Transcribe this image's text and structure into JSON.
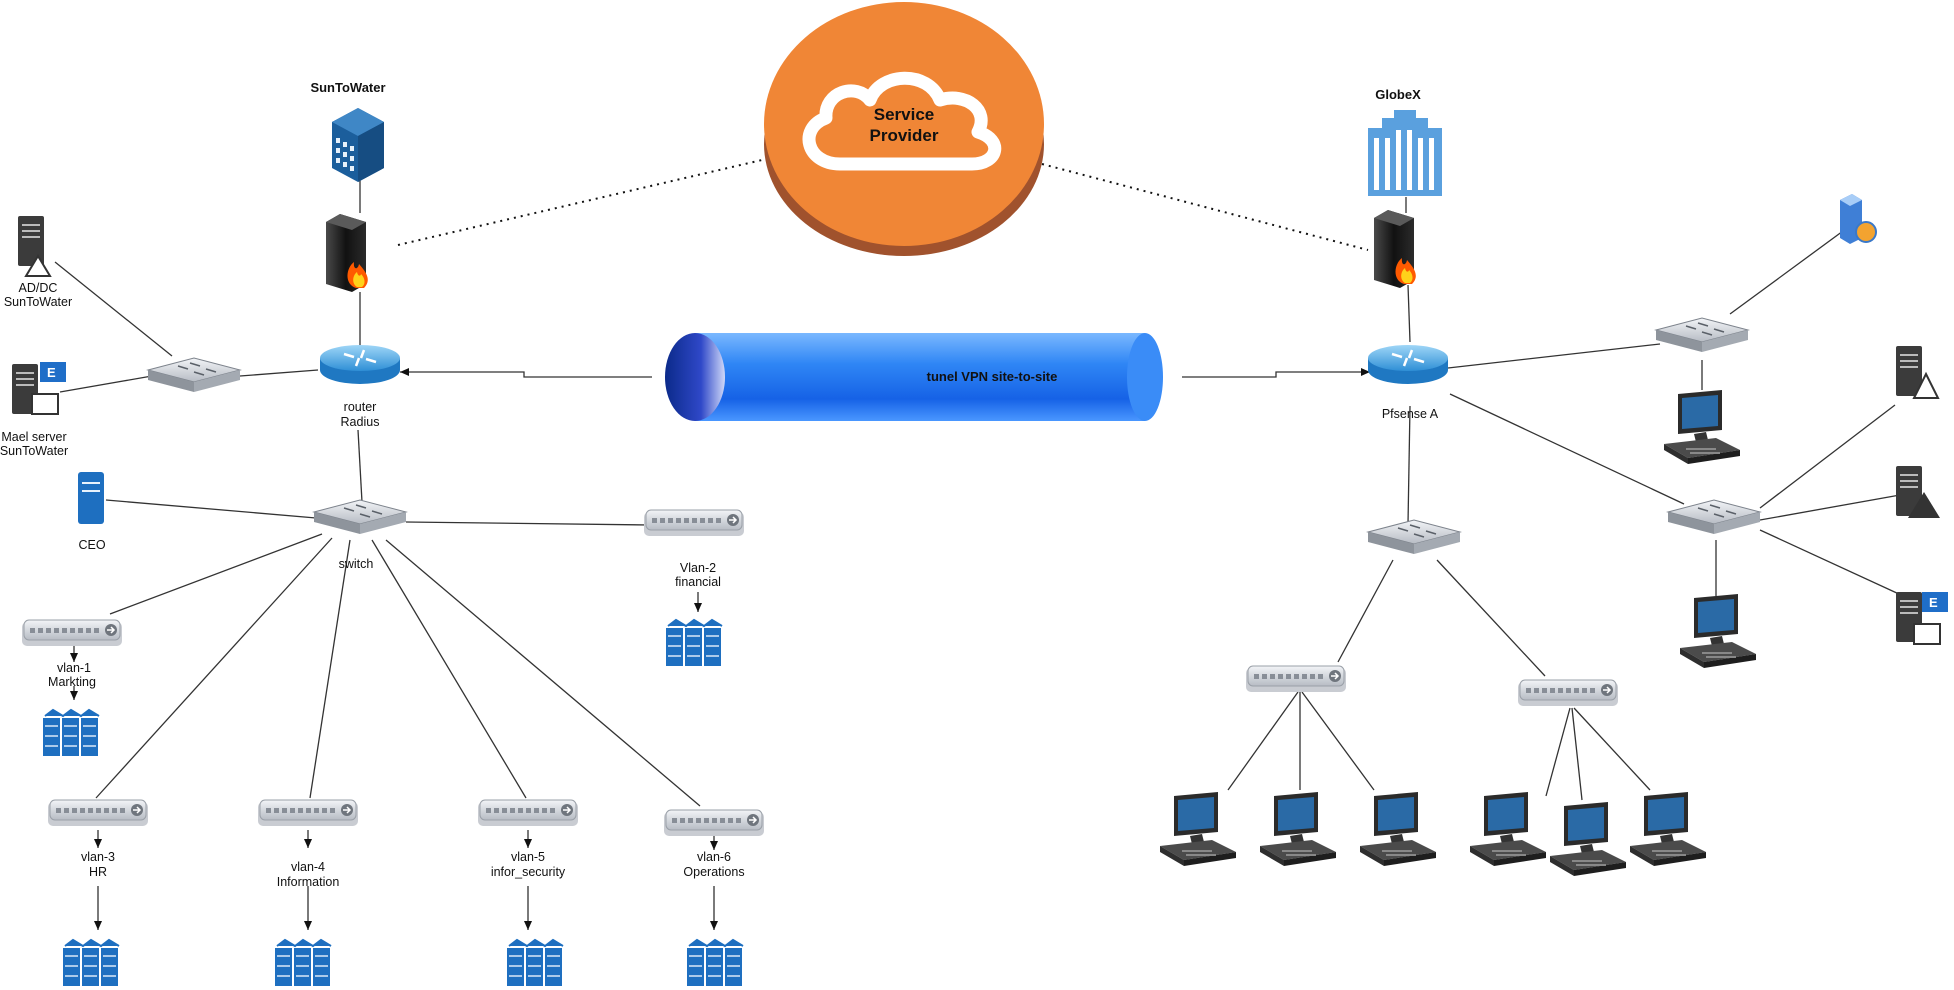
{
  "cloud": {
    "line1": "Service",
    "line2": "Provider",
    "color": "#f08636"
  },
  "tunnel": {
    "label": "tunel VPN site-to-site"
  },
  "sites": {
    "left": {
      "name": "SunToWater"
    },
    "right": {
      "name": "GlobeX"
    }
  },
  "left": {
    "router": {
      "line1": "router",
      "line2": "Radius"
    },
    "switch_label": "switch",
    "ad": {
      "line1": "AD/DC",
      "line2": "SunToWater"
    },
    "mail": {
      "line1": "Mael server",
      "line2": "SunToWater"
    },
    "ceo": "CEO",
    "vlans": [
      {
        "line1": "vlan-1",
        "line2": "Markting"
      },
      {
        "line1": "Vlan-2",
        "line2": "financial"
      },
      {
        "line1": "vlan-3",
        "line2": "HR"
      },
      {
        "line1": "vlan-4",
        "line2": "Information"
      },
      {
        "line1": "vlan-5",
        "line2": "infor_security"
      },
      {
        "line1": "vlan-6",
        "line2": "Operations"
      }
    ]
  },
  "right": {
    "router": "Pfsense A"
  },
  "icons": {
    "building": "office-building-icon",
    "firewall": "firewall-icon",
    "router": "router-icon",
    "switch": "switch-icon",
    "hub": "hub-icon",
    "server": "server-icon",
    "rack": "server-rack-icon",
    "pc": "desktop-computer-icon",
    "web": "web-server-icon",
    "mail": "mail-server-icon"
  }
}
